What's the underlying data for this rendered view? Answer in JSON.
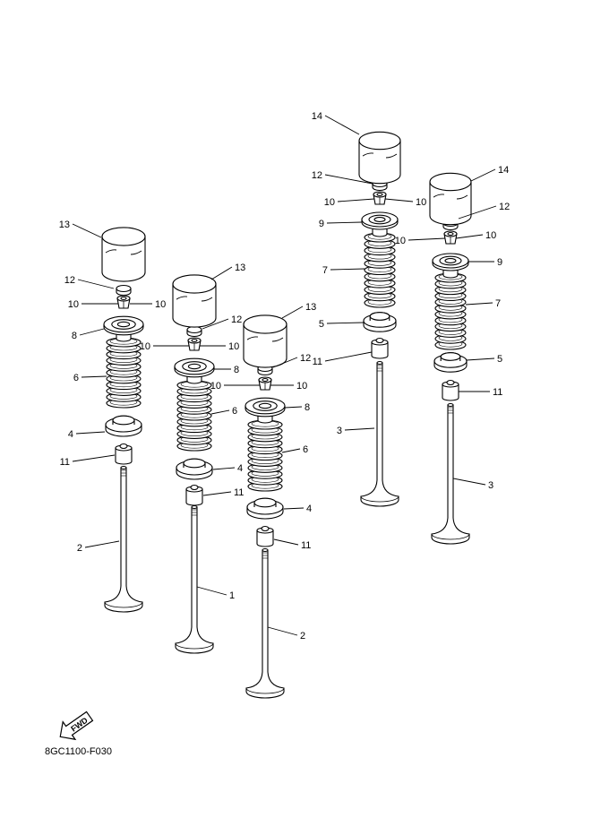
{
  "diagram_code": "8GC1100-F030",
  "fwd_label": "FWD",
  "assemblies": [
    {
      "callouts": [
        "13",
        "12",
        "10",
        "10",
        "8",
        "6",
        "4",
        "11",
        "2"
      ]
    },
    {
      "callouts": [
        "13",
        "12",
        "10",
        "10",
        "8",
        "6",
        "4",
        "11",
        "1"
      ]
    },
    {
      "callouts": [
        "13",
        "12",
        "10",
        "10",
        "8",
        "6",
        "4",
        "11",
        "2"
      ]
    },
    {
      "callouts": [
        "14",
        "12",
        "10",
        "10",
        "9",
        "7",
        "5",
        "11",
        "3"
      ]
    },
    {
      "callouts": [
        "14",
        "12",
        "10",
        "10",
        "9",
        "7",
        "5",
        "11",
        "3"
      ]
    }
  ]
}
